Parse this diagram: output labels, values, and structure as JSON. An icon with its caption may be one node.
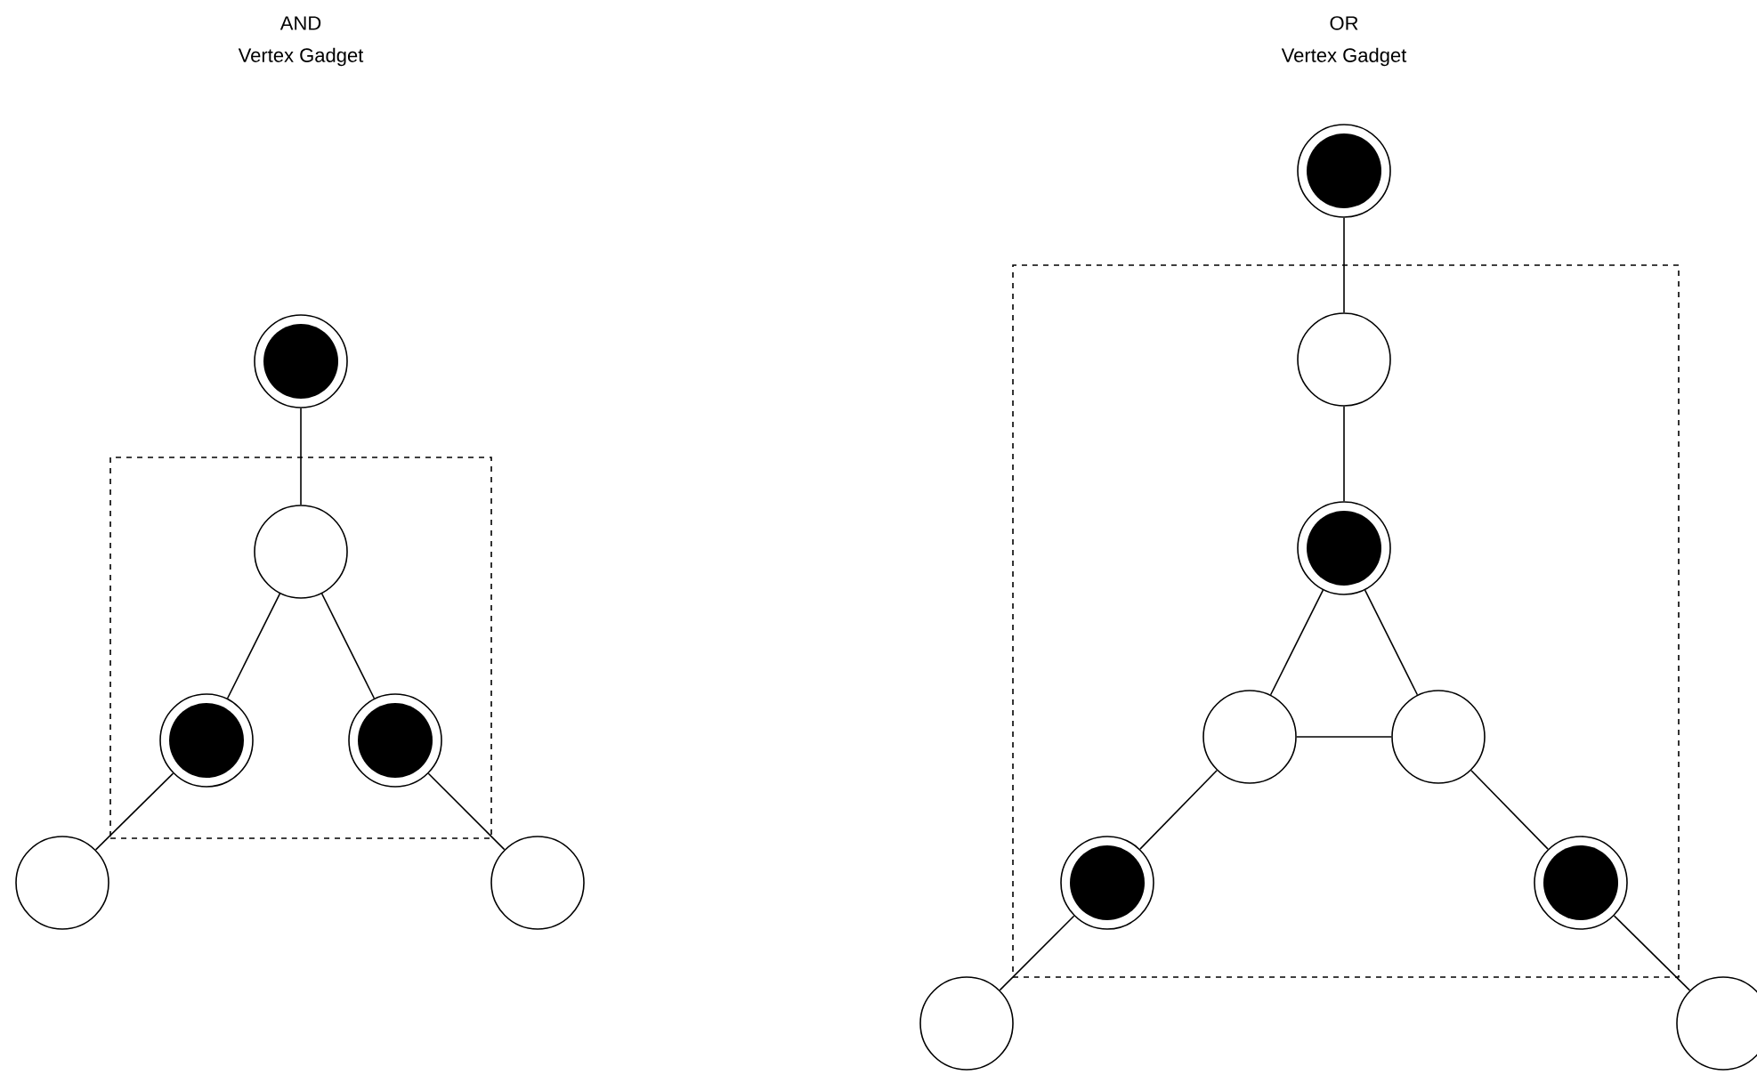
{
  "diagram": {
    "nodes": [
      {
        "text": [],
        "shape": "double-circle"
      },
      {
        "text": [],
        "shape": "box"
      },
      {
        "text": [],
        "shape": "circle",
        "in": 1
      },
      {
        "text": [],
        "shape": "double-circle",
        "in": 1
      },
      {
        "text": [],
        "shape": "double-circle",
        "in": 1
      },
      {
        "text": [],
        "shape": "circle"
      },
      {
        "text": [],
        "shape": "circle"
      },
      {
        "text": [],
        "shape": "double-circle"
      },
      {
        "text": [],
        "shape": "box"
      },
      {
        "text": [],
        "shape": "circle",
        "in": 8
      },
      {
        "text": [],
        "shape": "double-circle",
        "in": 8
      },
      {
        "text": [],
        "shape": "circle",
        "in": 8
      },
      {
        "text": [],
        "shape": "circle",
        "in": 8
      },
      {
        "text": [],
        "shape": "double-circle",
        "in": 8
      },
      {
        "text": [],
        "shape": "double-circle",
        "in": 8
      },
      {
        "text": [],
        "shape": "circle"
      },
      {
        "text": [],
        "shape": "circle"
      }
    ],
    "edges": [
      {
        "from": 0,
        "to": 2,
        "arrow": "none"
      },
      {
        "from": 2,
        "to": 3,
        "arrow": "none"
      },
      {
        "from": 2,
        "to": 4,
        "arrow": "none"
      },
      {
        "from": 3,
        "to": 5,
        "arrow": "none"
      },
      {
        "from": 4,
        "to": 6,
        "arrow": "none"
      },
      {
        "from": 7,
        "to": 9,
        "arrow": "none"
      },
      {
        "from": 9,
        "to": 10,
        "arrow": "none"
      },
      {
        "from": 10,
        "to": 11,
        "arrow": "none"
      },
      {
        "from": 10,
        "to": 12,
        "arrow": "none"
      },
      {
        "from": 11,
        "to": 12,
        "arrow": "none"
      },
      {
        "from": 11,
        "to": 13,
        "arrow": "none"
      },
      {
        "from": 12,
        "to": 14,
        "arrow": "none"
      },
      {
        "from": 13,
        "to": 15,
        "arrow": "none"
      },
      {
        "from": 14,
        "to": 16,
        "arrow": "none"
      }
    ],
    "labels": [
      "AND",
      "Vertex Gadget",
      "OR",
      "Vertex Gadget"
    ]
  }
}
